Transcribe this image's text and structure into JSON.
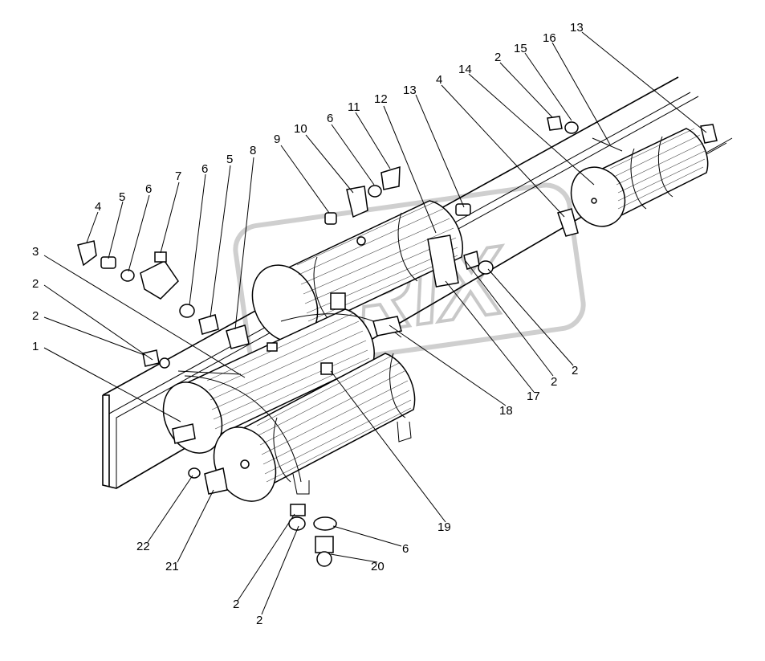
{
  "diagram": {
    "watermark": "ORIX",
    "callouts": [
      {
        "id": "c1",
        "label": "1"
      },
      {
        "id": "c2a",
        "label": "2"
      },
      {
        "id": "c2b",
        "label": "2"
      },
      {
        "id": "c3",
        "label": "3"
      },
      {
        "id": "c4a",
        "label": "4"
      },
      {
        "id": "c5a",
        "label": "5"
      },
      {
        "id": "c6a",
        "label": "6"
      },
      {
        "id": "c7",
        "label": "7"
      },
      {
        "id": "c6b",
        "label": "6"
      },
      {
        "id": "c5b",
        "label": "5"
      },
      {
        "id": "c8",
        "label": "8"
      },
      {
        "id": "c9",
        "label": "9"
      },
      {
        "id": "c10",
        "label": "10"
      },
      {
        "id": "c6c",
        "label": "6"
      },
      {
        "id": "c11",
        "label": "11"
      },
      {
        "id": "c12",
        "label": "12"
      },
      {
        "id": "c13a",
        "label": "13"
      },
      {
        "id": "c4b",
        "label": "4"
      },
      {
        "id": "c14",
        "label": "14"
      },
      {
        "id": "c2c",
        "label": "2"
      },
      {
        "id": "c15",
        "label": "15"
      },
      {
        "id": "c16",
        "label": "16"
      },
      {
        "id": "c13b",
        "label": "13"
      },
      {
        "id": "c2d",
        "label": "2"
      },
      {
        "id": "c2e",
        "label": "2"
      },
      {
        "id": "c17",
        "label": "17"
      },
      {
        "id": "c18",
        "label": "18"
      },
      {
        "id": "c19",
        "label": "19"
      },
      {
        "id": "c6d",
        "label": "6"
      },
      {
        "id": "c20",
        "label": "20"
      },
      {
        "id": "c2f",
        "label": "2"
      },
      {
        "id": "c2g",
        "label": "2"
      },
      {
        "id": "c21",
        "label": "21"
      },
      {
        "id": "c22",
        "label": "22"
      }
    ]
  }
}
